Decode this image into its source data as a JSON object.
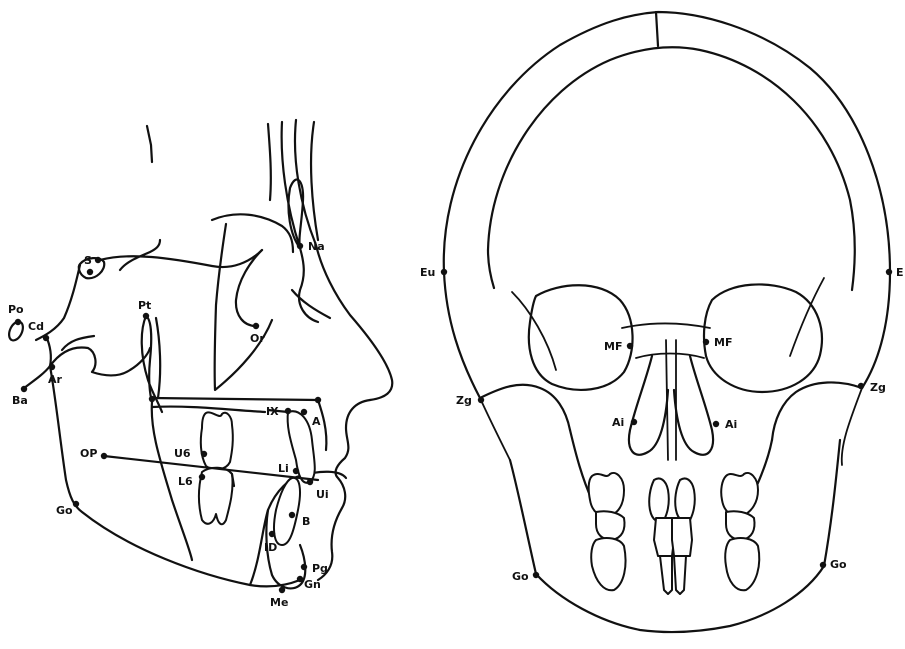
{
  "lateral": {
    "landmarks": [
      {
        "key": "S",
        "label": "S"
      },
      {
        "key": "Na",
        "label": "Na"
      },
      {
        "key": "Po",
        "label": "Po"
      },
      {
        "key": "Cd",
        "label": "Cd"
      },
      {
        "key": "Ba",
        "label": "Ba"
      },
      {
        "key": "Ar",
        "label": "Ar"
      },
      {
        "key": "Pt",
        "label": "Pt"
      },
      {
        "key": "Or",
        "label": "Or"
      },
      {
        "key": "IX",
        "label": "IX"
      },
      {
        "key": "A",
        "label": "A"
      },
      {
        "key": "OP",
        "label": "OP"
      },
      {
        "key": "U6",
        "label": "U6"
      },
      {
        "key": "L6",
        "label": "L6"
      },
      {
        "key": "Li",
        "label": "Li"
      },
      {
        "key": "Ui",
        "label": "Ui"
      },
      {
        "key": "Go",
        "label": "Go"
      },
      {
        "key": "B",
        "label": "B"
      },
      {
        "key": "ID",
        "label": "ID"
      },
      {
        "key": "Pg",
        "label": "Pg"
      },
      {
        "key": "Gn",
        "label": "Gn"
      },
      {
        "key": "Me",
        "label": "Me"
      }
    ]
  },
  "frontal": {
    "landmarks": [
      {
        "key": "Eu",
        "label": "Eu"
      },
      {
        "key": "E",
        "label": "E"
      },
      {
        "key": "MF_L",
        "label": "MF"
      },
      {
        "key": "MF_R",
        "label": "MF"
      },
      {
        "key": "Zg_L",
        "label": "Zg"
      },
      {
        "key": "Zg_R",
        "label": "Zg"
      },
      {
        "key": "Ai_L",
        "label": "Ai"
      },
      {
        "key": "Ai_R",
        "label": "Ai"
      },
      {
        "key": "Go_L",
        "label": "Go"
      },
      {
        "key": "Go_R",
        "label": "Go"
      }
    ]
  }
}
